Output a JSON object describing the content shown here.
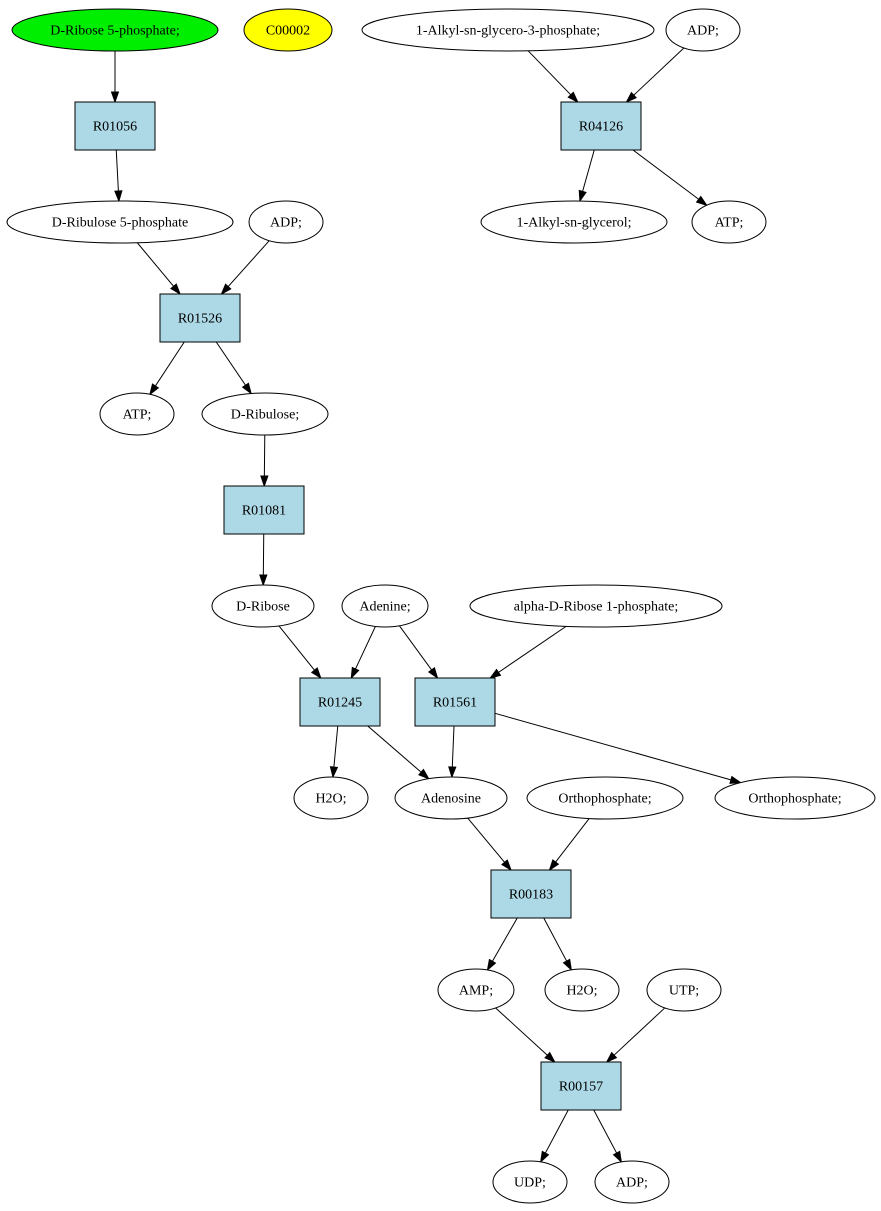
{
  "colors": {
    "background": "#ffffff",
    "reaction_fill": "#add8e6",
    "compound_fill": "#ffffff",
    "start_fill": "#00ee00",
    "highlight_fill": "#ffff00",
    "stroke": "#000000"
  },
  "nodes": [
    {
      "id": "n_ribose5p",
      "label": "D-Ribose 5-phosphate;",
      "kind": "compound",
      "fill": "#00ee00"
    },
    {
      "id": "n_c00002",
      "label": "C00002",
      "kind": "compound",
      "fill": "#ffff00"
    },
    {
      "id": "n_alkylg3p",
      "label": "1-Alkyl-sn-glycero-3-phosphate;",
      "kind": "compound"
    },
    {
      "id": "n_adp_top",
      "label": "ADP;",
      "kind": "compound"
    },
    {
      "id": "n_r01056",
      "label": "R01056",
      "kind": "reaction"
    },
    {
      "id": "n_r04126",
      "label": "R04126",
      "kind": "reaction"
    },
    {
      "id": "n_ribulose5p",
      "label": "D-Ribulose 5-phosphate",
      "kind": "compound"
    },
    {
      "id": "n_adp2",
      "label": "ADP;",
      "kind": "compound"
    },
    {
      "id": "n_alkylglycerol",
      "label": "1-Alkyl-sn-glycerol;",
      "kind": "compound"
    },
    {
      "id": "n_atp_top",
      "label": "ATP;",
      "kind": "compound"
    },
    {
      "id": "n_r01526",
      "label": "R01526",
      "kind": "reaction"
    },
    {
      "id": "n_atp2",
      "label": "ATP;",
      "kind": "compound"
    },
    {
      "id": "n_ribulose",
      "label": "D-Ribulose;",
      "kind": "compound"
    },
    {
      "id": "n_r01081",
      "label": "R01081",
      "kind": "reaction"
    },
    {
      "id": "n_ribose",
      "label": "D-Ribose",
      "kind": "compound"
    },
    {
      "id": "n_adenine",
      "label": "Adenine;",
      "kind": "compound"
    },
    {
      "id": "n_aribose1p",
      "label": "alpha-D-Ribose 1-phosphate;",
      "kind": "compound"
    },
    {
      "id": "n_r01245",
      "label": "R01245",
      "kind": "reaction"
    },
    {
      "id": "n_r01561",
      "label": "R01561",
      "kind": "reaction"
    },
    {
      "id": "n_h2o_a",
      "label": "H2O;",
      "kind": "compound"
    },
    {
      "id": "n_adenosine",
      "label": "Adenosine",
      "kind": "compound"
    },
    {
      "id": "n_ortho1",
      "label": "Orthophosphate;",
      "kind": "compound"
    },
    {
      "id": "n_ortho2",
      "label": "Orthophosphate;",
      "kind": "compound"
    },
    {
      "id": "n_r00183",
      "label": "R00183",
      "kind": "reaction"
    },
    {
      "id": "n_amp",
      "label": "AMP;",
      "kind": "compound"
    },
    {
      "id": "n_h2o_b",
      "label": "H2O;",
      "kind": "compound"
    },
    {
      "id": "n_utp",
      "label": "UTP;",
      "kind": "compound"
    },
    {
      "id": "n_r00157",
      "label": "R00157",
      "kind": "reaction"
    },
    {
      "id": "n_udp",
      "label": "UDP;",
      "kind": "compound"
    },
    {
      "id": "n_adp_bottom",
      "label": "ADP;",
      "kind": "compound"
    }
  ],
  "edges": [
    {
      "from": "n_ribose5p",
      "to": "n_r01056"
    },
    {
      "from": "n_r01056",
      "to": "n_ribulose5p"
    },
    {
      "from": "n_alkylg3p",
      "to": "n_r04126"
    },
    {
      "from": "n_adp_top",
      "to": "n_r04126"
    },
    {
      "from": "n_r04126",
      "to": "n_alkylglycerol"
    },
    {
      "from": "n_r04126",
      "to": "n_atp_top"
    },
    {
      "from": "n_ribulose5p",
      "to": "n_r01526"
    },
    {
      "from": "n_adp2",
      "to": "n_r01526"
    },
    {
      "from": "n_r01526",
      "to": "n_atp2"
    },
    {
      "from": "n_r01526",
      "to": "n_ribulose"
    },
    {
      "from": "n_ribulose",
      "to": "n_r01081"
    },
    {
      "from": "n_r01081",
      "to": "n_ribose"
    },
    {
      "from": "n_ribose",
      "to": "n_r01245"
    },
    {
      "from": "n_adenine",
      "to": "n_r01245"
    },
    {
      "from": "n_adenine",
      "to": "n_r01561"
    },
    {
      "from": "n_aribose1p",
      "to": "n_r01561"
    },
    {
      "from": "n_r01245",
      "to": "n_h2o_a"
    },
    {
      "from": "n_r01245",
      "to": "n_adenosine"
    },
    {
      "from": "n_r01561",
      "to": "n_adenosine"
    },
    {
      "from": "n_r01561",
      "to": "n_ortho2"
    },
    {
      "from": "n_adenosine",
      "to": "n_r00183"
    },
    {
      "from": "n_ortho1",
      "to": "n_r00183"
    },
    {
      "from": "n_r00183",
      "to": "n_amp"
    },
    {
      "from": "n_r00183",
      "to": "n_h2o_b"
    },
    {
      "from": "n_amp",
      "to": "n_r00157"
    },
    {
      "from": "n_utp",
      "to": "n_r00157"
    },
    {
      "from": "n_r00157",
      "to": "n_udp"
    },
    {
      "from": "n_r00157",
      "to": "n_adp_bottom"
    }
  ]
}
